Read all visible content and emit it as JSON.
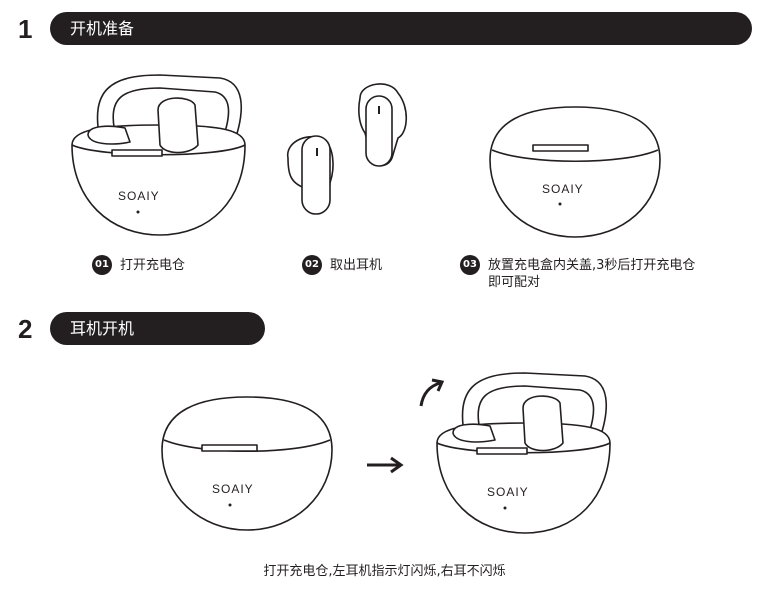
{
  "section1": {
    "number": "1",
    "title": "开机准备",
    "steps": [
      {
        "badge": "01",
        "text": "打开充电仓"
      },
      {
        "badge": "02",
        "text": "取出耳机"
      },
      {
        "badge": "03",
        "text": "放置充电盒内关盖,3秒后打开充电仓即可配对"
      }
    ]
  },
  "section2": {
    "number": "2",
    "title": "耳机开机",
    "caption": "打开充电仓,左耳机指示灯闪烁,右耳不闪烁"
  },
  "brand": "SOAIY",
  "colors": {
    "ink": "#231f20",
    "background": "#ffffff"
  }
}
